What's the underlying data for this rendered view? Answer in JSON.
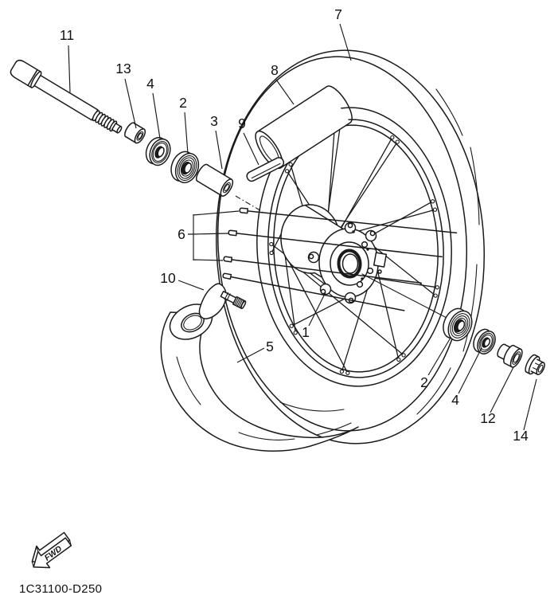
{
  "figure": {
    "drawing_number": "1C31100-D250",
    "direction_arrow_label": "FWD",
    "callouts": {
      "hub": "1",
      "bearing_left": "2",
      "spacer": "3",
      "seal_left": "4",
      "tube": "5",
      "spoke_set": "6",
      "tire": "7",
      "rim_band": "8",
      "rim_strip": "9",
      "valve": "10",
      "axle": "11",
      "collar_right": "12",
      "collar_left": "13",
      "nut": "14",
      "bearing_right": "2",
      "seal_right": "4"
    },
    "colors": {
      "ink": "#1a1a1a",
      "paper": "#ffffff"
    }
  }
}
